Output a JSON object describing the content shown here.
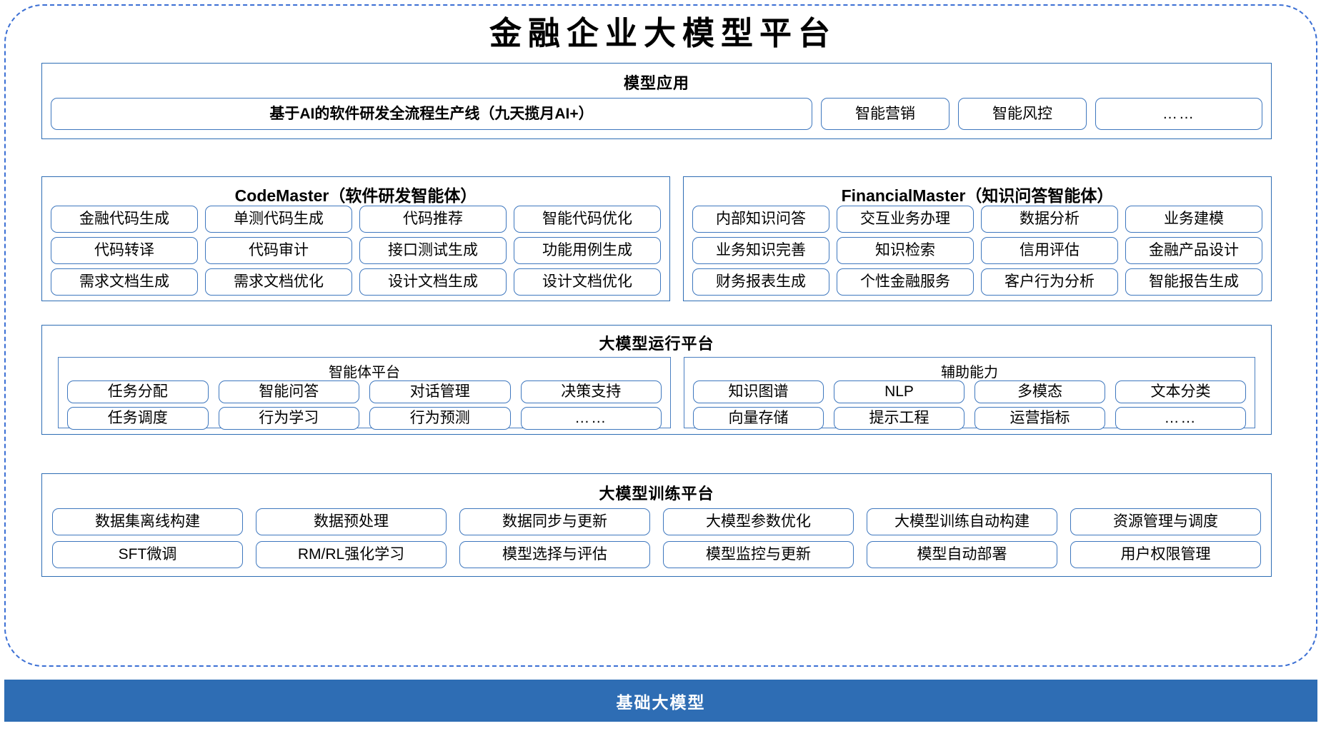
{
  "title": "金融企业大模型平台",
  "colors": {
    "frame_border": "#3B6FD4",
    "panel_border": "#2E6DB4",
    "pill_border": "#3E77BE",
    "foundation_bar": "#2E6DB4",
    "spellcheck_underline": "#E03C31"
  },
  "sections": {
    "model_apps": {
      "title": "模型应用",
      "items": [
        "基于AI的软件研发全流程生产线（九天揽月AI+）",
        "智能营销",
        "智能风控",
        "……"
      ]
    },
    "codemaster": {
      "name": "CodeMaster",
      "subtitle": "（软件研发智能体）",
      "items": [
        "金融代码生成",
        "单测代码生成",
        "代码推荐",
        "智能代码优化",
        "代码转译",
        "代码审计",
        "接口测试生成",
        "功能用例生成",
        "需求文档生成",
        "需求文档优化",
        "设计文档生成",
        "设计文档优化"
      ]
    },
    "financialmaster": {
      "name": "FinancialMaster",
      "subtitle": "（知识问答智能体）",
      "items": [
        "内部知识问答",
        "交互业务办理",
        "数据分析",
        "业务建模",
        "业务知识完善",
        "知识检索",
        "信用评估",
        "金融产品设计",
        "财务报表生成",
        "个性金融服务",
        "客户行为分析",
        "智能报告生成"
      ]
    },
    "runtime": {
      "title": "大模型运行平台",
      "agent_platform": {
        "title": "智能体平台",
        "items": [
          "任务分配",
          "智能问答",
          "对话管理",
          "决策支持",
          "任务调度",
          "行为学习",
          "行为预测",
          "……"
        ]
      },
      "aux_capability": {
        "title": "辅助能力",
        "items": [
          "知识图谱",
          "NLP",
          "多模态",
          "文本分类",
          "向量存储",
          "提示工程",
          "运营指标",
          "……"
        ]
      }
    },
    "training": {
      "title": "大模型训练平台",
      "items": [
        "数据集离线构建",
        "数据预处理",
        "数据同步与更新",
        "大模型参数优化",
        "大模型训练自动构建",
        "资源管理与调度",
        "SFT微调",
        "RM/RL强化学习",
        "模型选择与评估",
        "模型监控与更新",
        "模型自动部署",
        "用户权限管理"
      ]
    },
    "foundation": {
      "label": "基础大模型"
    }
  }
}
